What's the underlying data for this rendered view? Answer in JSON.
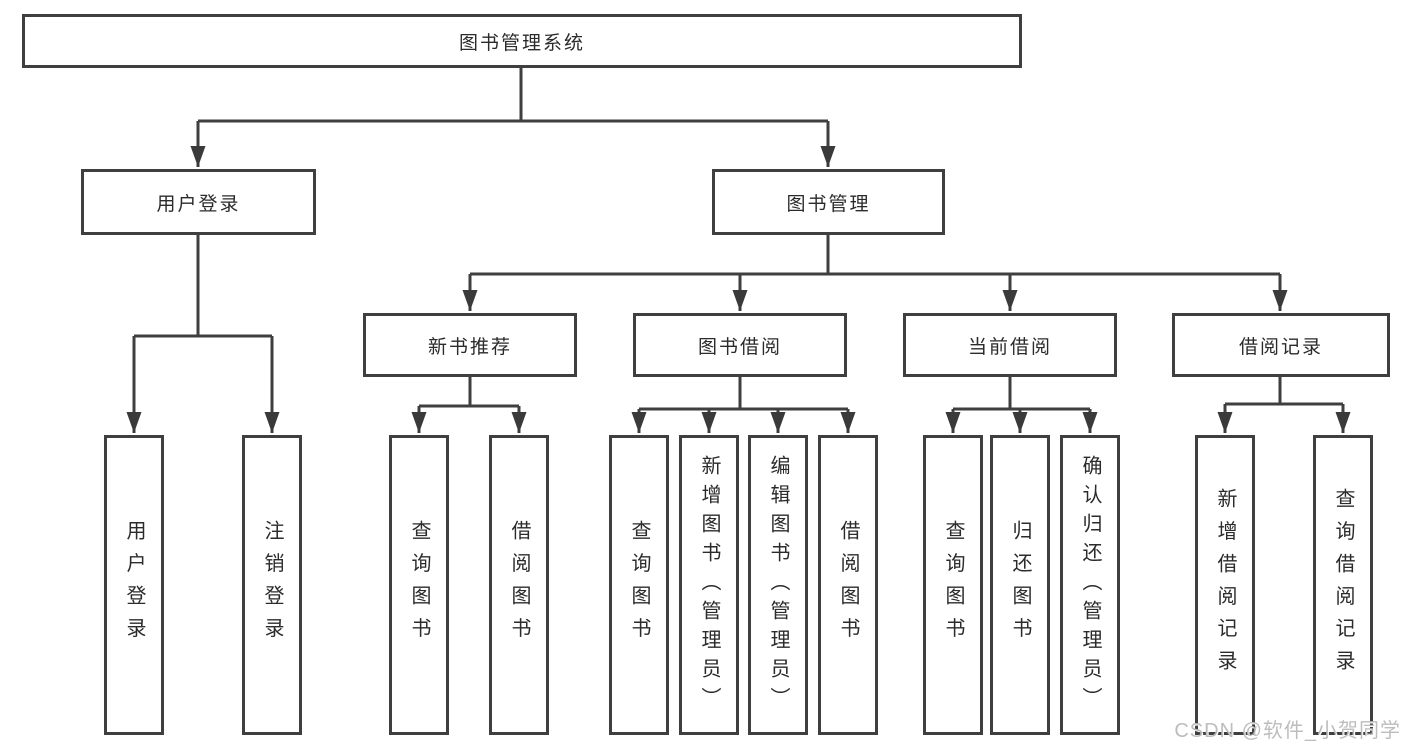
{
  "colors": {
    "line": "#3f3f3f",
    "box_border": "#3f3f3f",
    "text": "#2b2b2b",
    "background": "#ffffff",
    "watermark": "#b9b9b9"
  },
  "tree": {
    "root": "图书管理系统",
    "branches": [
      {
        "label": "用户登录",
        "leaves": [
          "用户登录",
          "注销登录"
        ]
      },
      {
        "label": "图书管理",
        "groups": [
          {
            "label": "新书推荐",
            "leaves": [
              "查询图书",
              "借阅图书"
            ]
          },
          {
            "label": "图书借阅",
            "leaves": [
              "查询图书",
              "新增图书（管理员）",
              "编辑图书（管理员）",
              "借阅图书"
            ]
          },
          {
            "label": "当前借阅",
            "leaves": [
              "查询图书",
              "归还图书",
              "确认归还（管理员）"
            ]
          },
          {
            "label": "借阅记录",
            "leaves": [
              "新增借阅记录",
              "查询借阅记录"
            ]
          }
        ]
      }
    ]
  },
  "watermark": "CSDN @软件_小贺同学"
}
